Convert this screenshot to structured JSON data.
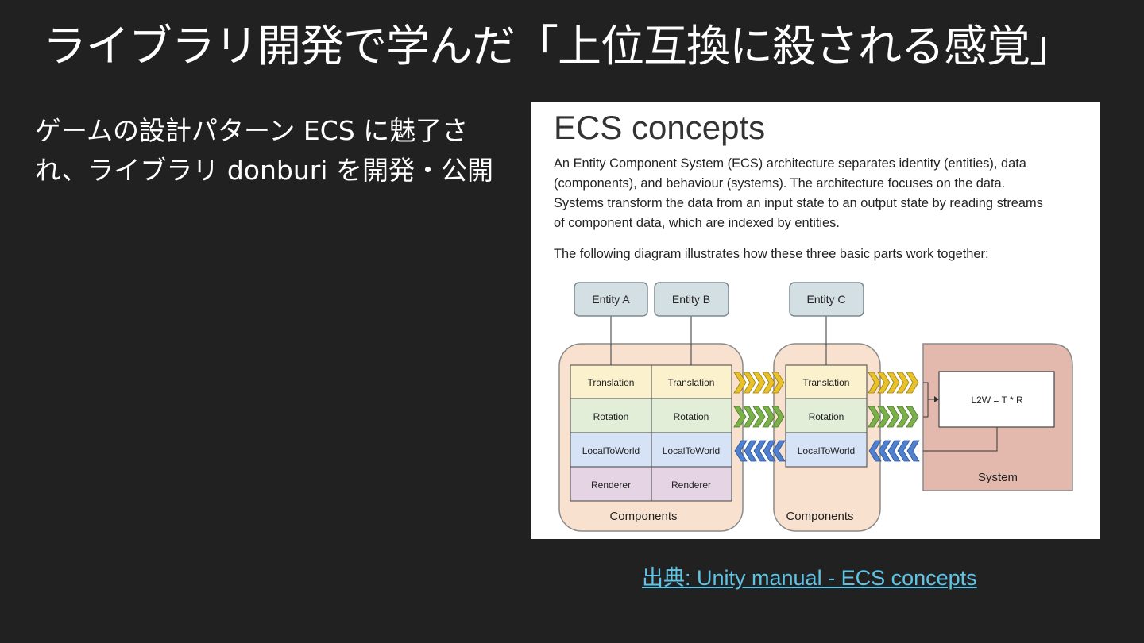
{
  "slide": {
    "title": "ライブラリ開発で学んだ「上位互換に殺される感覚」",
    "body_lines": [
      "ゲームの設計パターン ECS に魅了さ",
      "れ、ライブラリ donburi を開発・公開"
    ],
    "source_link": "出典: Unity manual - ECS concepts"
  },
  "doc": {
    "heading": "ECS concepts",
    "paragraph_lines": [
      "An Entity Component System (ECS) architecture separates identity (entities), data",
      "(components), and behaviour (systems). The architecture focuses on the data.",
      "Systems transform the data from an input state to an output state by reading streams",
      "of component data, which are indexed by entities."
    ],
    "paragraph2": "The following diagram illustrates how these three basic parts work together:"
  },
  "diagram": {
    "entities": [
      "Entity A",
      "Entity B",
      "Entity C"
    ],
    "component_rows": [
      "Translation",
      "Rotation",
      "LocalToWorld",
      "Renderer"
    ],
    "components_label": "Components",
    "system_formula": "L2W = T * R",
    "system_label": "System"
  },
  "colors": {
    "background": "#212121",
    "link": "#5ec4e6",
    "translation": "#fbf2cd",
    "rotation": "#e3eed9",
    "localtoworld": "#d6e2f5",
    "renderer": "#e5d4e4",
    "components_group": "#f8e2cf",
    "system_box": "#e3b9ae",
    "entity_box": "#d3dfe3"
  }
}
